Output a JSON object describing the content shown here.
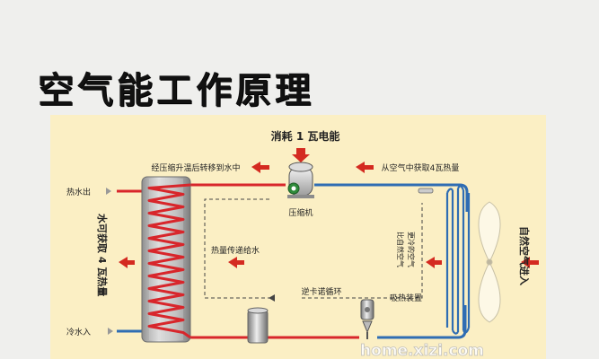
{
  "title": "空气能工作原理",
  "labels": {
    "power_in": "消耗 1 瓦电能",
    "heat_transfer_top": "经压缩升温后转移到水中",
    "heat_from_air": "从空气中获取4瓦热量",
    "hot_water_out": "热水出",
    "cold_water_in": "冷水入",
    "water_gains": "水可获取 4 瓦热量",
    "compressor": "压缩机",
    "heat_to_water": "热量传递给水",
    "carnot_cycle": "逆卡诺循环",
    "heat_absorber": "吸热装置",
    "cooler_air": "比自然空气更冷的空气",
    "natural_air_in": "自然空气进入",
    "watermark": "home.xizi.com"
  },
  "colors": {
    "hot": "#d8262b",
    "cold": "#2f6db3",
    "panel": "#fbefc4",
    "arrow": "#d42a20"
  }
}
